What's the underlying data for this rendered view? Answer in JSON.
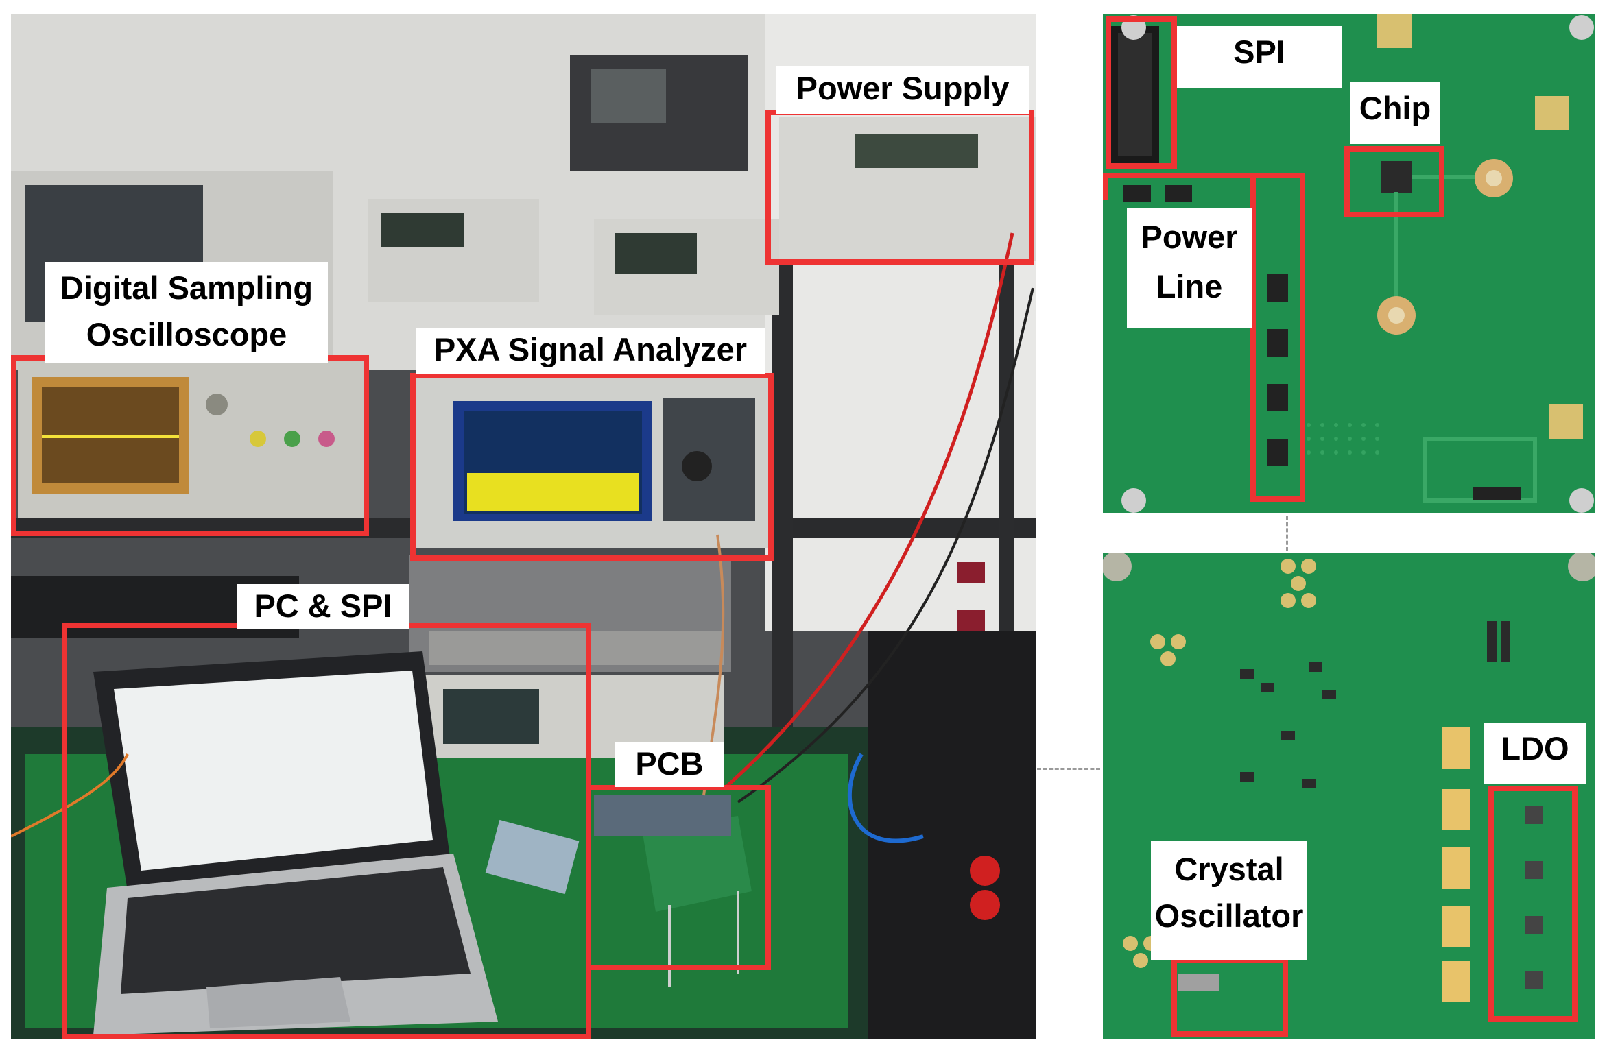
{
  "labels": {
    "power_supply": "Power Supply",
    "digital_sampling_1": "Digital Sampling",
    "digital_sampling_2": "Oscilloscope",
    "pxa": "PXA Signal Analyzer",
    "pc_spi": "PC & SPI",
    "pcb": "PCB",
    "spi": "SPI",
    "chip": "Chip",
    "power_line_1": "Power",
    "power_line_2": "Line",
    "ldo": "LDO",
    "crystal_1": "Crystal",
    "crystal_2": "Oscillator"
  },
  "colors": {
    "highlight": "#ee3333",
    "pcb_green": "#1f8f4e",
    "label_bg": "#ffffff"
  }
}
